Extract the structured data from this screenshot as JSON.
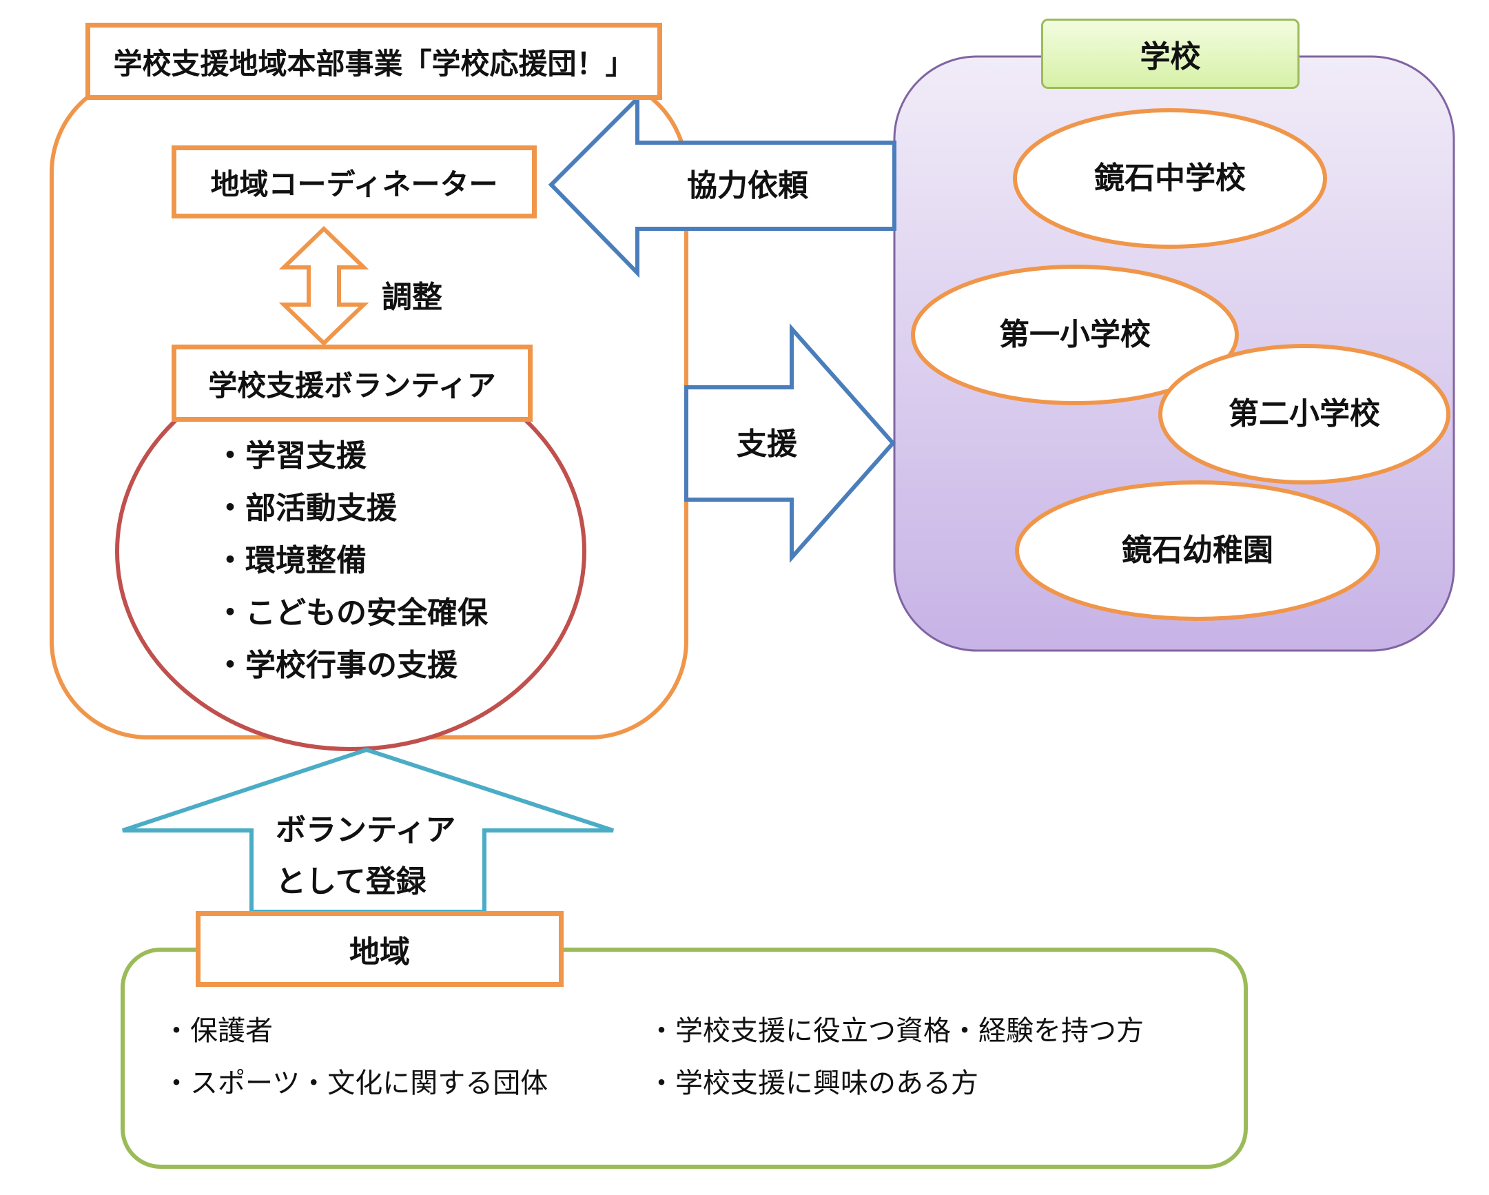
{
  "program": {
    "title": "学校支援地域本部事業「学校応援団！」",
    "coordinator": "地域コーディネーター",
    "adjust_label": "調整",
    "volunteer_box": "学校支援ボランティア",
    "activities": [
      "・学習支援",
      "・部活動支援",
      "・環境整備",
      "・こどもの安全確保",
      "・学校行事の支援"
    ]
  },
  "arrows": {
    "request_label": "協力依頼",
    "support_label": "支援",
    "register_line1": "ボランティア",
    "register_line2": "として登録"
  },
  "schools": {
    "title": "学校",
    "items": [
      "鏡石中学校",
      "第一小学校",
      "第二小学校",
      "鏡石幼稚園"
    ]
  },
  "community": {
    "title": "地域",
    "left_items": [
      "・保護者",
      "・スポーツ・文化に関する団体"
    ],
    "right_items": [
      "・学校支援に役立つ資格・経験を持つ方",
      "・学校支援に興味のある方"
    ]
  },
  "colors": {
    "orange": "#f0964a",
    "blue_arrow": "#4a7ebb",
    "teal_arrow": "#4bacc6",
    "red_ellipse": "#c0504d",
    "green_border": "#9bbb59",
    "purple_border": "#8064a2",
    "school_title_bg": "#e4f5c4"
  }
}
